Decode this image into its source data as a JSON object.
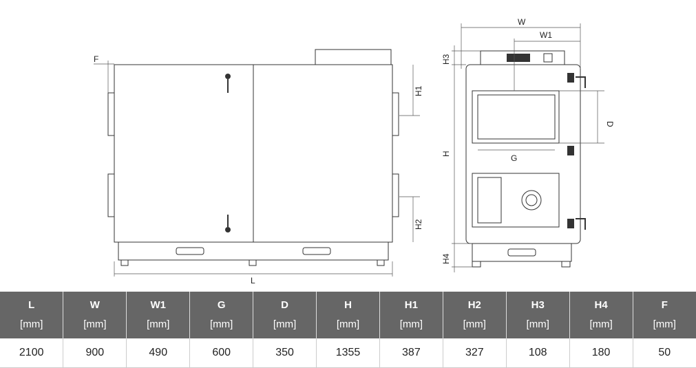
{
  "drawing": {
    "labels": {
      "L": "L",
      "F": "F",
      "H1": "H1",
      "H2": "H2",
      "W": "W",
      "W1": "W1",
      "H3": "H3",
      "H": "H",
      "D": "D",
      "G": "G",
      "H4": "H4"
    }
  },
  "table": {
    "unit": "[mm]",
    "columns": [
      {
        "name": "L",
        "value": "2100"
      },
      {
        "name": "W",
        "value": "900"
      },
      {
        "name": "W1",
        "value": "490"
      },
      {
        "name": "G",
        "value": "600"
      },
      {
        "name": "D",
        "value": "350"
      },
      {
        "name": "H",
        "value": "1355"
      },
      {
        "name": "H1",
        "value": "387"
      },
      {
        "name": "H2",
        "value": "327"
      },
      {
        "name": "H3",
        "value": "108"
      },
      {
        "name": "H4",
        "value": "180"
      },
      {
        "name": "F",
        "value": "50"
      }
    ]
  }
}
